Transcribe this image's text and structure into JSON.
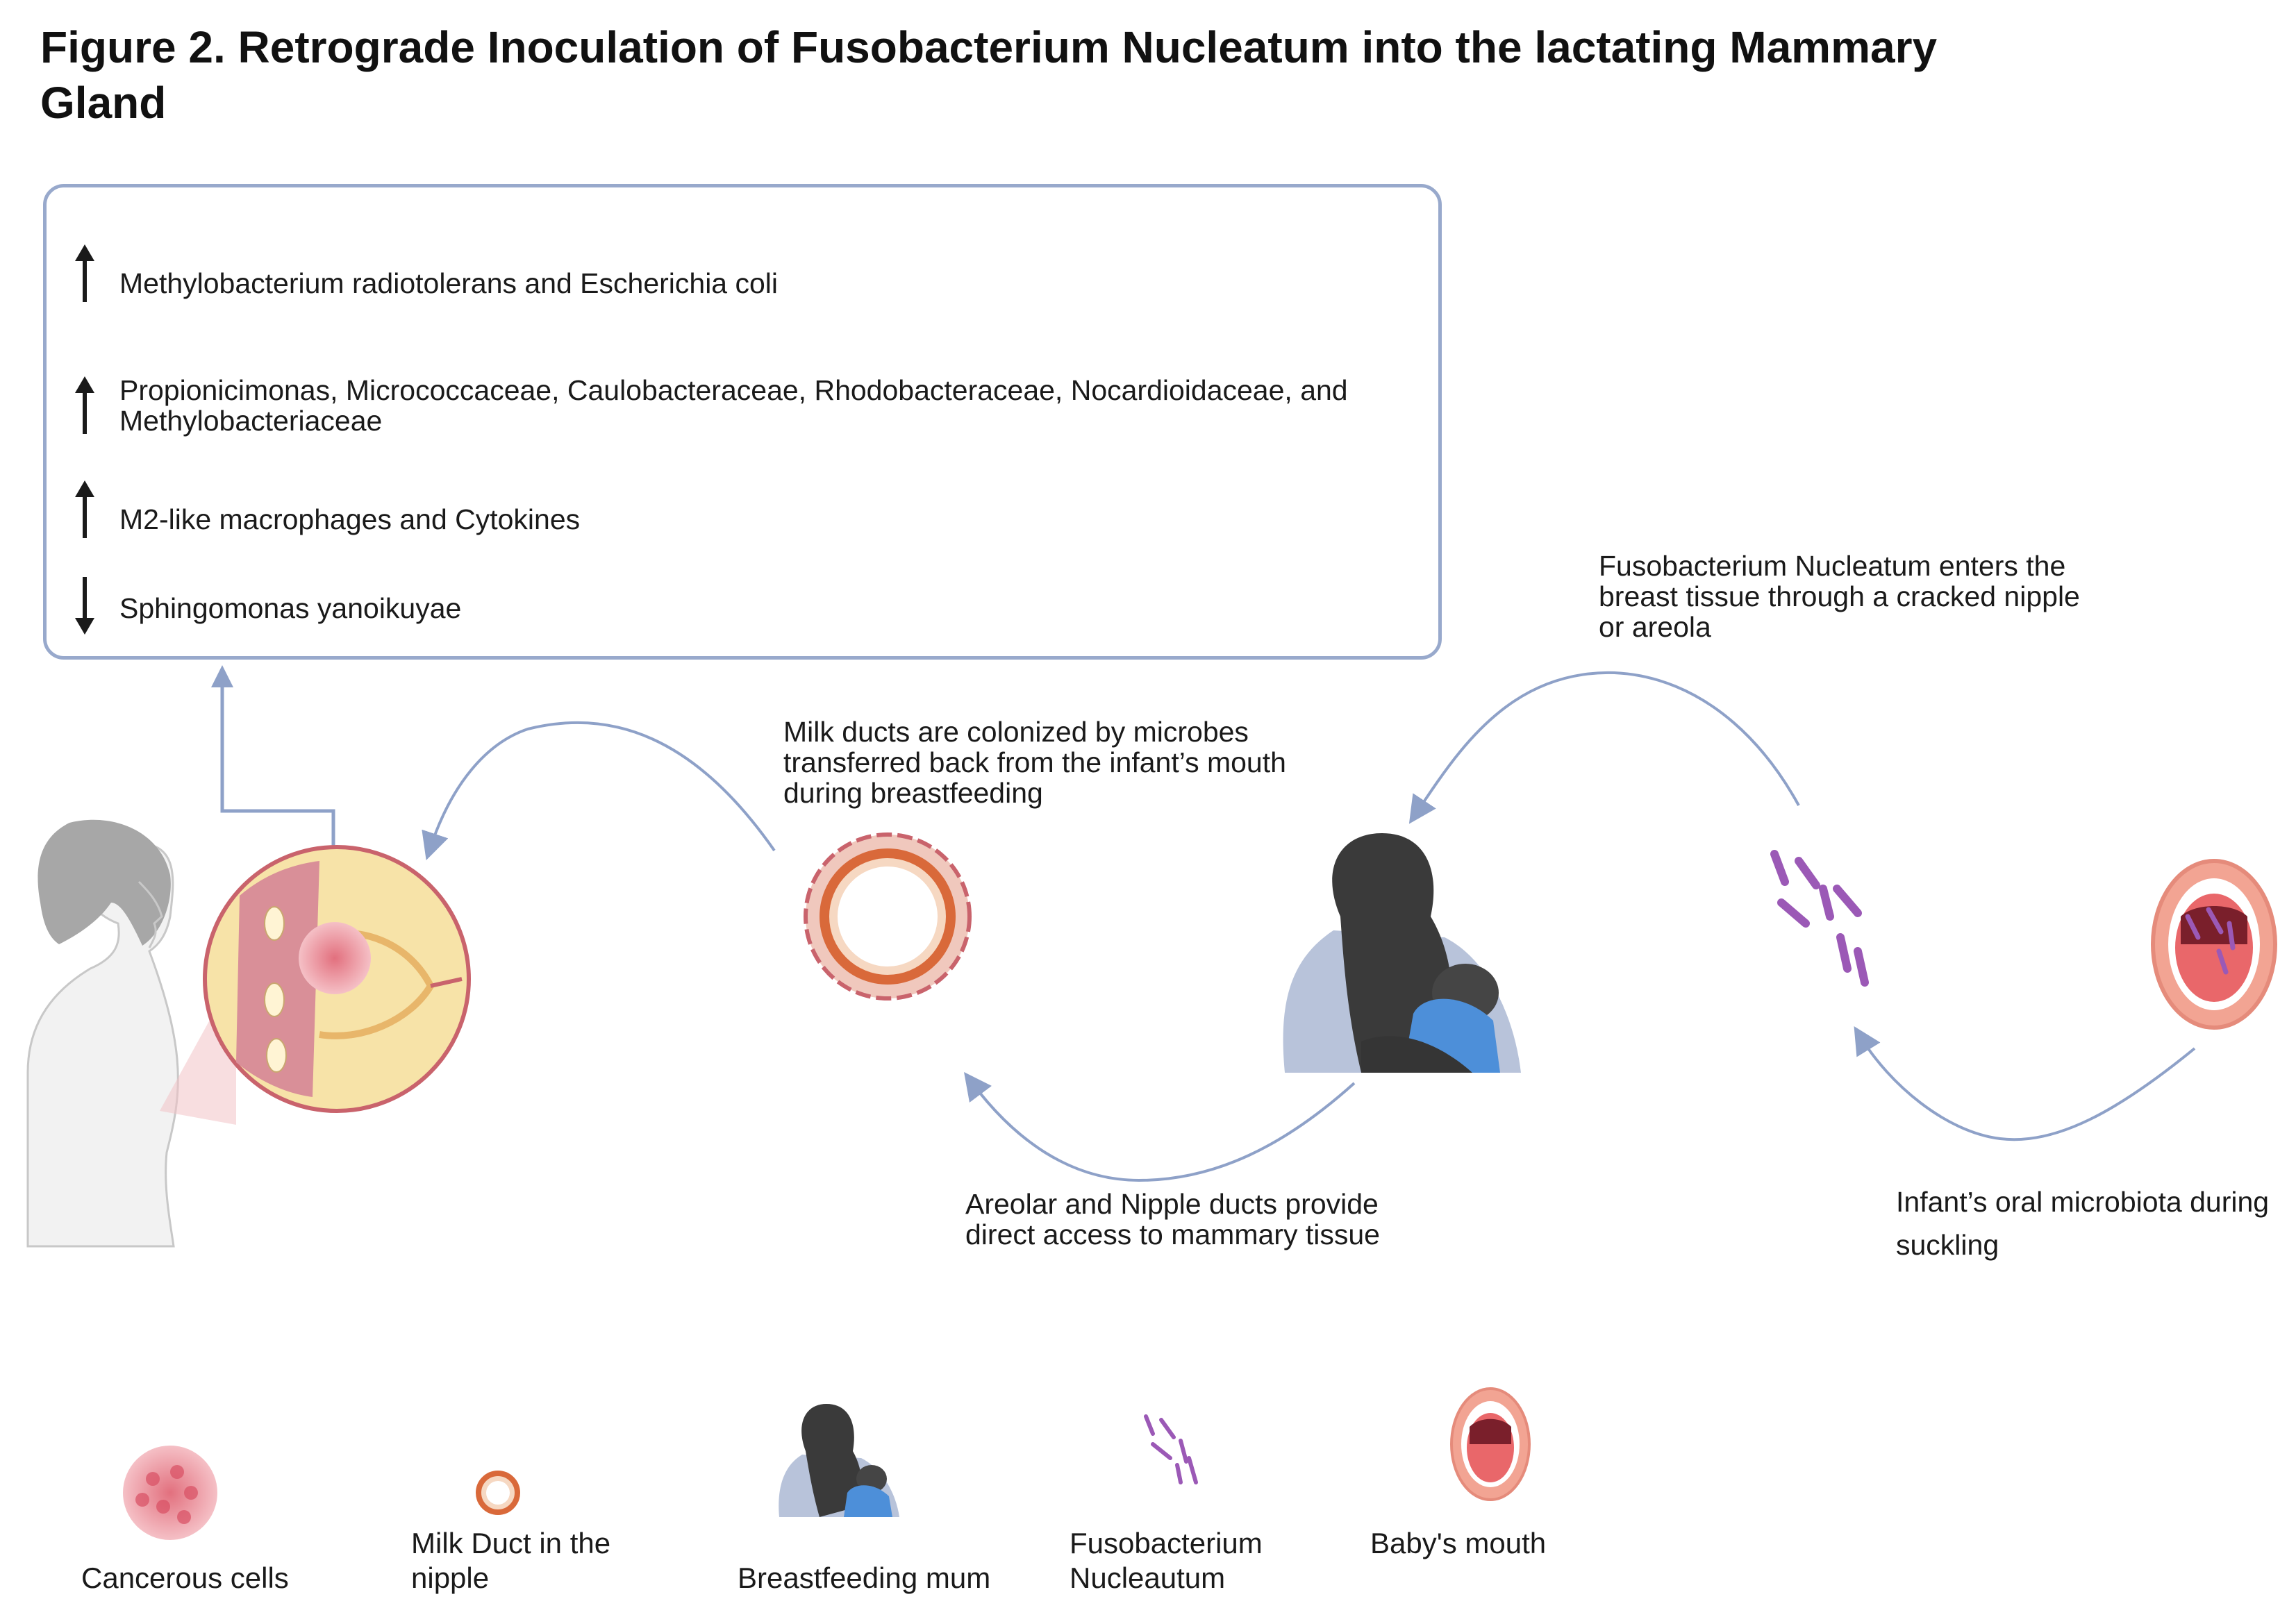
{
  "figure": {
    "title": "Figure 2. Retrograde Inoculation of Fusobacterium Nucleatum into the lactating Mammary Gland"
  },
  "findings": [
    {
      "direction": "up",
      "text": "Methylobacterium radiotolerans and Escherichia coli"
    },
    {
      "direction": "up",
      "text": "Propionicimonas, Micrococcaceae, Caulobacteraceae, Rhodobacteraceae, Nocardioidaceae, and Methylobacteriaceae"
    },
    {
      "direction": "up",
      "text": "M2-like macrophages and Cytokines"
    },
    {
      "direction": "down",
      "text": "Sphingomonas yanoikuyae"
    }
  ],
  "steps": {
    "milk_ducts": "Milk ducts are colonized by microbes transferred back from the infant’s mouth during breastfeeding",
    "enters": "Fusobacterium Nucleatum enters the breast tissue through a cracked nipple or areola",
    "areolar": "Areolar  and Nipple ducts provide direct access to mammary tissue",
    "infant": "Infant’s oral microbiota during suckling"
  },
  "legend": {
    "cancerous": "Cancerous cells",
    "duct": "Milk Duct in the nipple",
    "mum": "Breastfeeding mum",
    "fuso": "Fusobacterium Nucleautum",
    "mouth": "Baby's mouth"
  },
  "colors": {
    "box_border": "#98a9cc",
    "flow_arrow": "#8ea1c8",
    "bacteria": "#9b59b6",
    "tissue_pink": "#e8a0a8",
    "duct_orange": "#d9693a"
  }
}
